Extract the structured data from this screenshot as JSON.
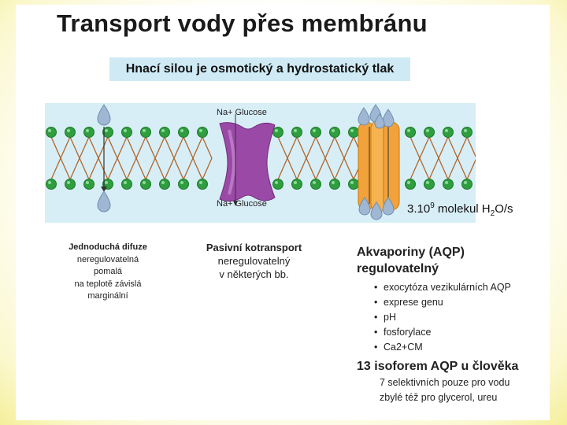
{
  "slide": {
    "title": "Transport vody přes membránu",
    "subtitle": "Hnací silou je osmotický a hydrostatický tlak"
  },
  "diagram": {
    "label_top": "Na+   Glucose",
    "label_bottom": "Na+   Glucose",
    "rate_prefix": "3.10",
    "rate_exp": "9",
    "rate_mid": " molekul H",
    "rate_sub": "2",
    "rate_suffix": "O/s",
    "colors": {
      "bilayer_bg": "#d8eef6",
      "head": "#2e9e3e",
      "tail": "#b0652b",
      "transporter": "#9a4aa6",
      "aquaporin": "#f2a23a",
      "water": "#9fb7d2"
    }
  },
  "columns": {
    "simple": {
      "heading": "Jednoduchá difuze",
      "lines": [
        "neregulovatelná",
        "pomalá",
        "na teplotě závislá",
        "marginální"
      ]
    },
    "passive": {
      "heading": "Pasivní kotransport",
      "lines": [
        "neregulovatelný",
        "v některých bb."
      ]
    },
    "aqp": {
      "heading1": "Akvaporiny (AQP)",
      "heading2": "regulovatelný",
      "bullet_char": "•",
      "bullets": [
        "exocytóza vezikulárních AQP",
        "exprese genu",
        "pH",
        "fosforylace",
        "Ca2+CM"
      ],
      "heading3": "13 isoforem AQP u člověka",
      "sub_lines": [
        "7 selektivních pouze pro vodu",
        "zbylé též pro glycerol, ureu"
      ]
    }
  }
}
